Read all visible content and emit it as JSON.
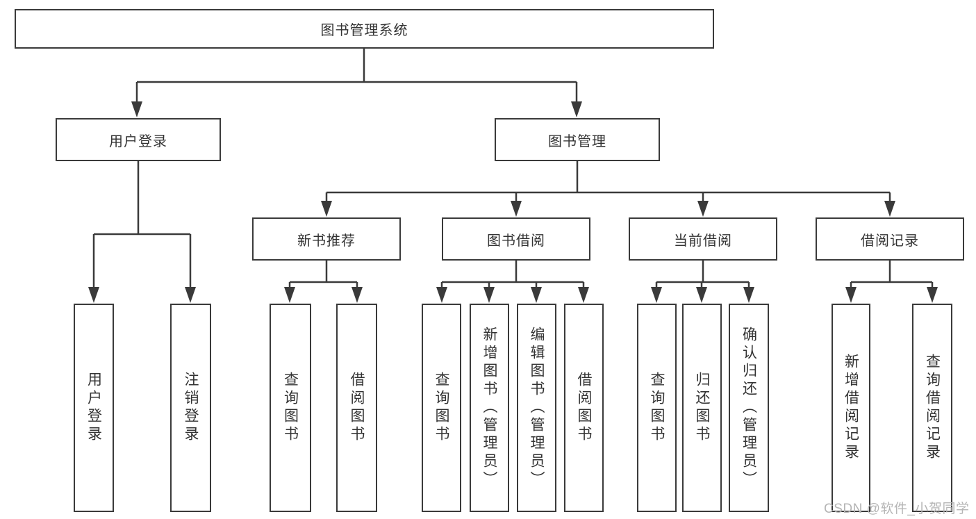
{
  "tree": {
    "label": "图书管理系统",
    "children": [
      {
        "label": "用户登录",
        "children": [
          {
            "label": "用户登录"
          },
          {
            "label": "注销登录"
          }
        ]
      },
      {
        "label": "图书管理",
        "children": [
          {
            "label": "新书推荐",
            "children": [
              {
                "label": "查询图书"
              },
              {
                "label": "借阅图书"
              }
            ]
          },
          {
            "label": "图书借阅",
            "children": [
              {
                "label": "查询图书"
              },
              {
                "label": "新增图书（管理员）"
              },
              {
                "label": "编辑图书（管理员）"
              },
              {
                "label": "借阅图书"
              }
            ]
          },
          {
            "label": "当前借阅",
            "children": [
              {
                "label": "查询图书"
              },
              {
                "label": "归还图书"
              },
              {
                "label": "确认归还（管理员）"
              }
            ]
          },
          {
            "label": "借阅记录",
            "children": [
              {
                "label": "新增借阅记录"
              },
              {
                "label": "查询借阅记录"
              }
            ]
          }
        ]
      }
    ]
  },
  "watermark": {
    "text": "CSDN @软件_小贺同学"
  },
  "colors": {
    "line": "#3a3a3a",
    "text": "#333333",
    "watermark": "#b5b5b5",
    "box_background": "#ffffff",
    "page_background": "#ffffff"
  }
}
